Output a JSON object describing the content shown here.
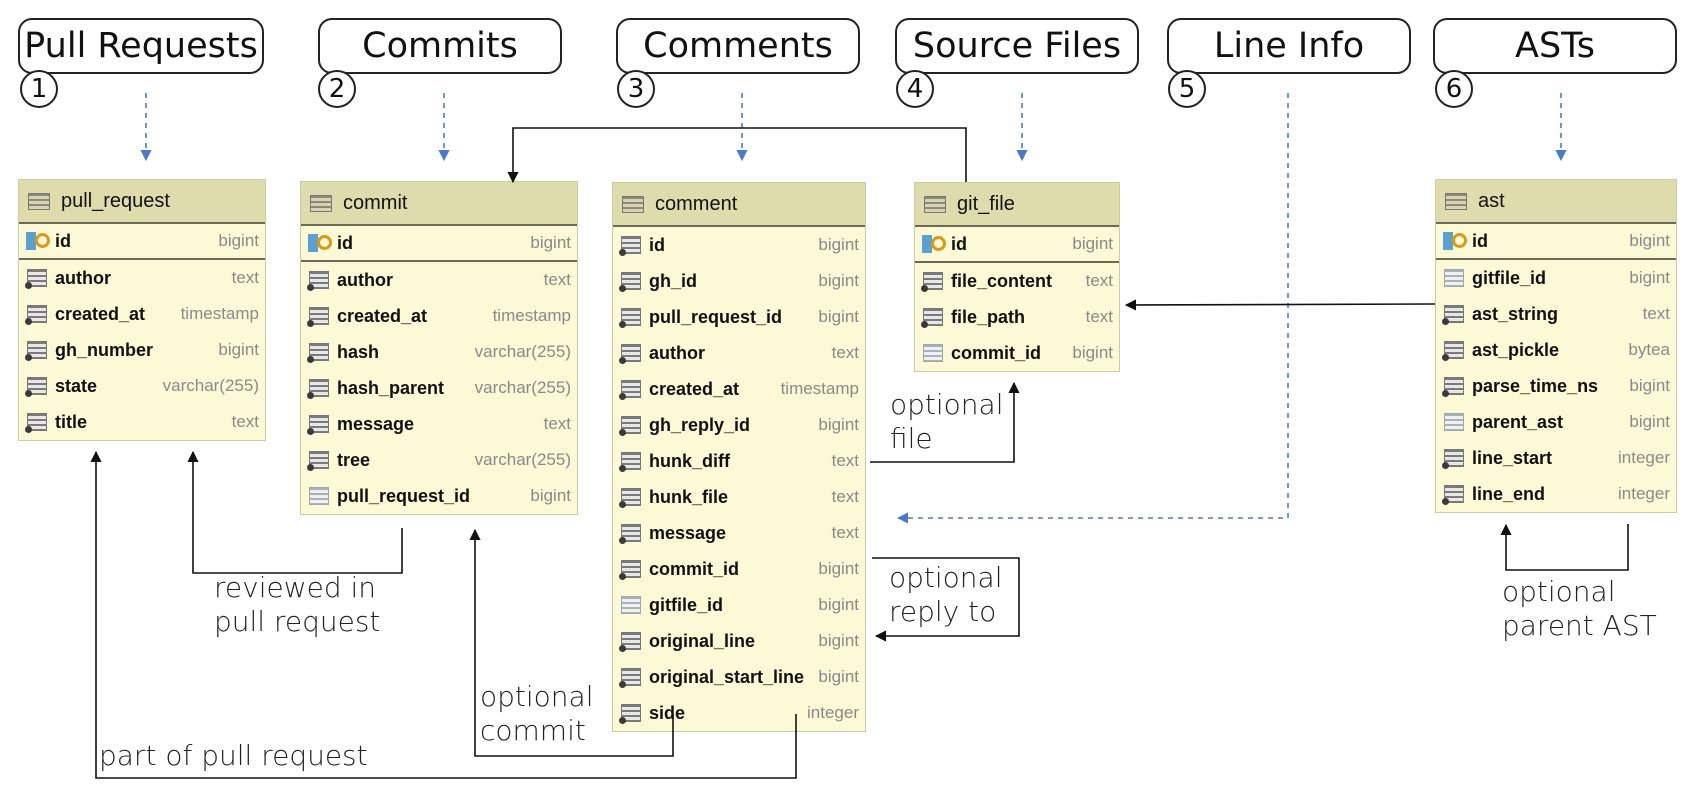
{
  "categories": [
    {
      "num": "1",
      "label": "Pull Requests"
    },
    {
      "num": "2",
      "label": "Commits"
    },
    {
      "num": "3",
      "label": "Comments"
    },
    {
      "num": "4",
      "label": "Source Files"
    },
    {
      "num": "5",
      "label": "Line Info"
    },
    {
      "num": "6",
      "label": "ASTs"
    }
  ],
  "tables": {
    "pull_request": {
      "title": "pull_request",
      "columns": [
        {
          "name": "id",
          "type": "bigint",
          "icon": "primary-key-icon"
        },
        {
          "name": "author",
          "type": "text",
          "icon": "column-icon"
        },
        {
          "name": "created_at",
          "type": "timestamp",
          "icon": "column-icon"
        },
        {
          "name": "gh_number",
          "type": "bigint",
          "icon": "column-icon"
        },
        {
          "name": "state",
          "type": "varchar(255)",
          "icon": "column-icon"
        },
        {
          "name": "title",
          "type": "text",
          "icon": "column-icon"
        }
      ]
    },
    "commit": {
      "title": "commit",
      "columns": [
        {
          "name": "id",
          "type": "bigint",
          "icon": "primary-key-icon"
        },
        {
          "name": "author",
          "type": "text",
          "icon": "column-icon"
        },
        {
          "name": "created_at",
          "type": "timestamp",
          "icon": "column-icon"
        },
        {
          "name": "hash",
          "type": "varchar(255)",
          "icon": "column-icon"
        },
        {
          "name": "hash_parent",
          "type": "varchar(255)",
          "icon": "column-icon"
        },
        {
          "name": "message",
          "type": "text",
          "icon": "column-icon"
        },
        {
          "name": "tree",
          "type": "varchar(255)",
          "icon": "column-icon"
        },
        {
          "name": "pull_request_id",
          "type": "bigint",
          "icon": "foreign-key-icon"
        }
      ]
    },
    "comment": {
      "title": "comment",
      "columns": [
        {
          "name": "id",
          "type": "bigint",
          "icon": "column-icon"
        },
        {
          "name": "gh_id",
          "type": "bigint",
          "icon": "column-icon"
        },
        {
          "name": "pull_request_id",
          "type": "bigint",
          "icon": "column-icon"
        },
        {
          "name": "author",
          "type": "text",
          "icon": "column-icon"
        },
        {
          "name": "created_at",
          "type": "timestamp",
          "icon": "column-icon"
        },
        {
          "name": "gh_reply_id",
          "type": "bigint",
          "icon": "column-icon"
        },
        {
          "name": "hunk_diff",
          "type": "text",
          "icon": "column-icon"
        },
        {
          "name": "hunk_file",
          "type": "text",
          "icon": "column-icon"
        },
        {
          "name": "message",
          "type": "text",
          "icon": "column-icon"
        },
        {
          "name": "commit_id",
          "type": "bigint",
          "icon": "column-icon"
        },
        {
          "name": "gitfile_id",
          "type": "bigint",
          "icon": "foreign-key-icon"
        },
        {
          "name": "original_line",
          "type": "bigint",
          "icon": "column-icon"
        },
        {
          "name": "original_start_line",
          "type": "bigint",
          "icon": "column-icon"
        },
        {
          "name": "side",
          "type": "integer",
          "icon": "column-icon"
        }
      ]
    },
    "git_file": {
      "title": "git_file",
      "columns": [
        {
          "name": "id",
          "type": "bigint",
          "icon": "primary-key-icon"
        },
        {
          "name": "file_content",
          "type": "text",
          "icon": "column-icon"
        },
        {
          "name": "file_path",
          "type": "text",
          "icon": "column-icon"
        },
        {
          "name": "commit_id",
          "type": "bigint",
          "icon": "foreign-key-icon"
        }
      ]
    },
    "ast": {
      "title": "ast",
      "columns": [
        {
          "name": "id",
          "type": "bigint",
          "icon": "primary-key-icon"
        },
        {
          "name": "gitfile_id",
          "type": "bigint",
          "icon": "foreign-key-icon"
        },
        {
          "name": "ast_string",
          "type": "text",
          "icon": "column-icon"
        },
        {
          "name": "ast_pickle",
          "type": "bytea",
          "icon": "column-icon"
        },
        {
          "name": "parse_time_ns",
          "type": "bigint",
          "icon": "column-icon"
        },
        {
          "name": "parent_ast",
          "type": "bigint",
          "icon": "foreign-key-icon"
        },
        {
          "name": "line_start",
          "type": "integer",
          "icon": "column-icon"
        },
        {
          "name": "line_end",
          "type": "integer",
          "icon": "column-icon"
        }
      ]
    }
  },
  "annotations": {
    "reviewed_in_pr": [
      "reviewed in",
      "pull request"
    ],
    "optional_commit": [
      "optional",
      "commit"
    ],
    "part_of_pr": "part of pull request",
    "optional_file": [
      "optional",
      "file"
    ],
    "optional_reply": [
      "optional",
      "reply to"
    ],
    "optional_parent_ast": [
      "optional",
      "parent AST"
    ]
  },
  "colors": {
    "table_body": "#fbf9d6",
    "table_header": "#dedbac",
    "dashed_arrow": "#4a7bc8",
    "solid_arrow": "#111111"
  }
}
